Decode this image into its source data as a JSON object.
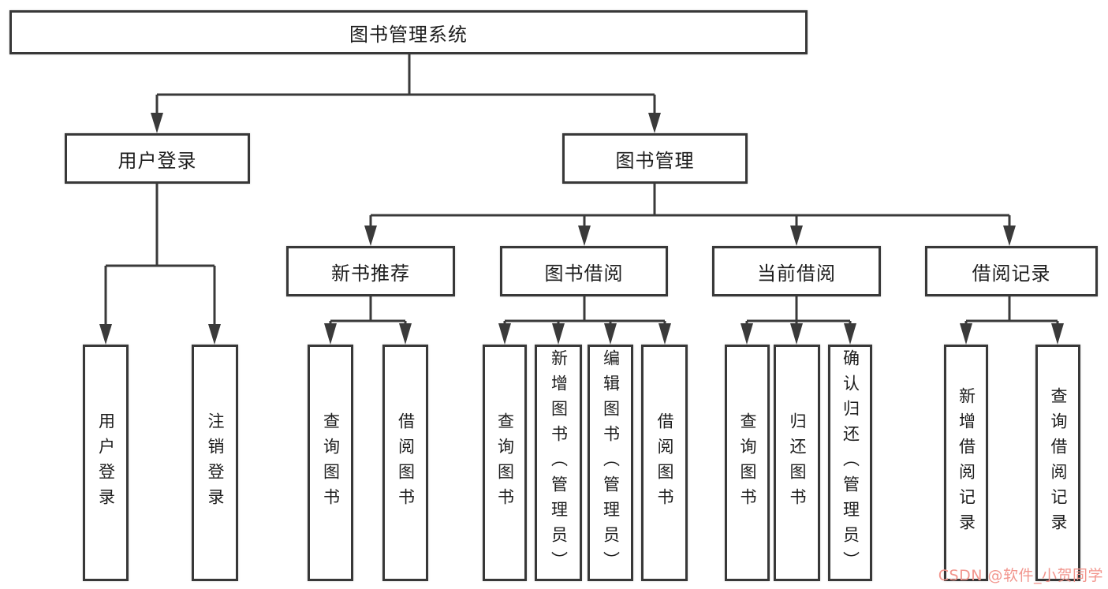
{
  "tree": {
    "root": {
      "label": "图书管理系统"
    },
    "level2": [
      {
        "label": "用户登录",
        "children": [
          {
            "label": "用户登录"
          },
          {
            "label": "注销登录"
          }
        ]
      },
      {
        "label": "图书管理",
        "children": [
          {
            "label": "新书推荐",
            "children": [
              {
                "label": "查询图书"
              },
              {
                "label": "借阅图书"
              }
            ]
          },
          {
            "label": "图书借阅",
            "children": [
              {
                "label": "查询图书"
              },
              {
                "label": "新增图书（管理员）"
              },
              {
                "label": "编辑图书（管理员）"
              },
              {
                "label": "借阅图书"
              }
            ]
          },
          {
            "label": "当前借阅",
            "children": [
              {
                "label": "查询图书"
              },
              {
                "label": "归还图书"
              },
              {
                "label": "确认归还（管理员）"
              }
            ]
          },
          {
            "label": "借阅记录",
            "children": [
              {
                "label": "新增借阅记录"
              },
              {
                "label": "查询借阅记录"
              }
            ]
          }
        ]
      }
    ]
  },
  "watermark": {
    "text": "CSDN @软件_小贺同学",
    "color": "#f2968e"
  },
  "colors": {
    "line": "#3a3a3a",
    "box_border": "#383838",
    "background": "#ffffff",
    "text": "#1d1d1d"
  }
}
